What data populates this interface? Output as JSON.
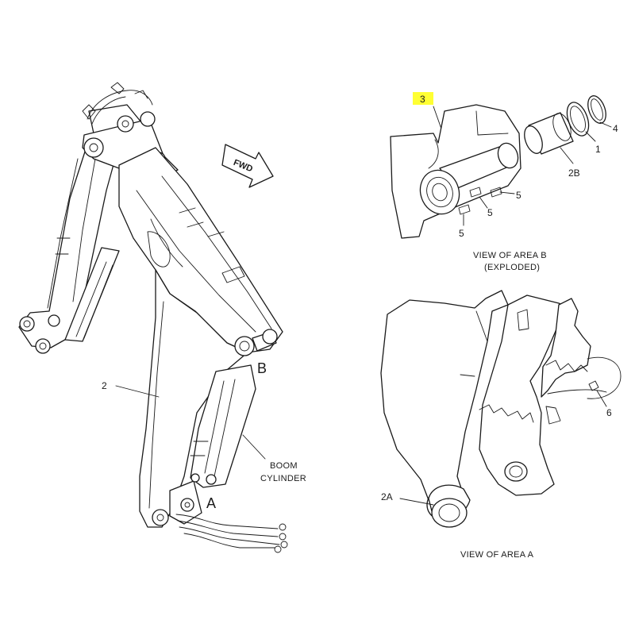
{
  "callouts": {
    "c2": "2",
    "c3": "3",
    "c4": "4",
    "c1": "1",
    "c2b": "2B",
    "c5a": "5",
    "c5b": "5",
    "c5c": "5",
    "c6": "6",
    "c2a": "2A"
  },
  "areas": {
    "a": "A",
    "b": "B"
  },
  "fwd": "FWD",
  "boom_cylinder": {
    "line1": "BOOM",
    "line2": "CYLINDER"
  },
  "view_b": {
    "line1": "VIEW OF AREA  B",
    "line2": "(EXPLODED)"
  },
  "view_a": "VIEW OF AREA  A",
  "highlight_color": "#ffff33"
}
